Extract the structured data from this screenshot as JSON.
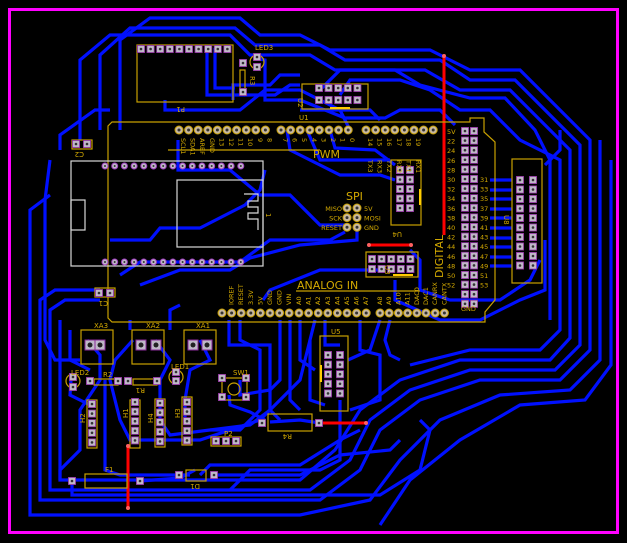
{
  "colors": {
    "board_outline": "#ff00ff",
    "top_trace": "#0010ff",
    "bottom_trace": "#ff0000",
    "silkscreen": "#c8a000",
    "module_outline": "#d8d8d8"
  },
  "components": {
    "u1": "U1",
    "u2": "U2",
    "u3": "U3",
    "u4": "U4",
    "u5": "U5",
    "u8": "U8",
    "p1": "P1",
    "p2": "P2",
    "led1": "LED1",
    "led2": "LED2",
    "led3": "LED3",
    "r1": "R1",
    "r2": "R2",
    "r3": "R3",
    "r4": "R4",
    "xa1": "XA1",
    "xa2": "XA2",
    "xa3": "XA3",
    "h1": "H1",
    "h2": "H2",
    "h3": "H3",
    "h4": "H4",
    "sw1": "SW1",
    "f1": "F1",
    "d1": "D1",
    "c1": "C1",
    "c2": "C2",
    "esp": "1"
  },
  "arduino": {
    "pwm": "PWM",
    "spi": "SPI",
    "analog_in": "ANALOG IN",
    "digital": "DIGITAL",
    "gnd": "GND",
    "top_left_pins": [
      "SCL1",
      "SDA1",
      "AREF",
      "GND",
      "13",
      "12",
      "11",
      "10",
      "9",
      "8"
    ],
    "top_mid_pins": [
      "7",
      "6",
      "5",
      "4",
      "3",
      "2",
      "1",
      "0"
    ],
    "top_right_pins": [
      "14",
      "15",
      "16",
      "17",
      "18",
      "19"
    ],
    "comm_pins": [
      "TX3",
      "RX3",
      "TX2",
      "RX2",
      "TX1",
      "RX1"
    ],
    "spi_left": [
      "MISO",
      "SCK",
      "RESET"
    ],
    "spi_right": [
      "5V",
      "MOSI",
      "GND"
    ],
    "power_pins": [
      "IOREF",
      "RESET",
      "3.3V",
      "5V",
      "GND",
      "GND",
      "VIN"
    ],
    "analog_pins": [
      "A0",
      "A1",
      "A2",
      "A3",
      "A4",
      "A5",
      "A6",
      "A7"
    ],
    "analog2_pins": [
      "A8",
      "A9",
      "A10",
      "A11",
      "DAC0",
      "DAC1",
      "CANRX",
      "CANTX"
    ],
    "digital_left": [
      "5V",
      "22",
      "24",
      "26",
      "28",
      "30",
      "32",
      "34",
      "36",
      "38",
      "40",
      "42",
      "44",
      "46",
      "48",
      "50",
      "52"
    ],
    "digital_right": [
      "31",
      "33",
      "35",
      "37",
      "39",
      "41",
      "43",
      "45",
      "47",
      "49",
      "51",
      "53"
    ]
  }
}
